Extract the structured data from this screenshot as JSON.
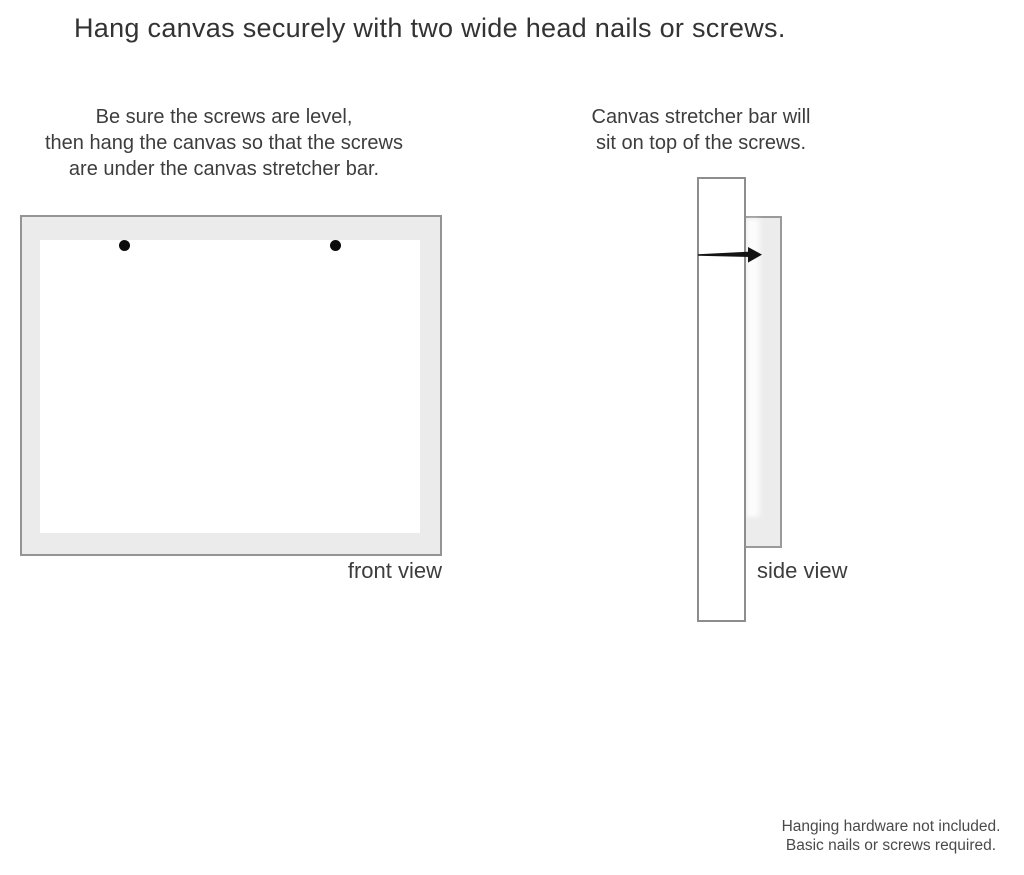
{
  "title": "Hang canvas securely with two wide head nails or screws.",
  "instructions_left": {
    "lines": [
      "Be sure the screws are level,",
      "then hang the canvas so that the screws",
      "are under the canvas stretcher bar."
    ]
  },
  "instructions_right": {
    "lines": [
      "Canvas stretcher bar will",
      "sit on top of the screws."
    ]
  },
  "front_view": {
    "label": "front view",
    "screw_count": 2
  },
  "side_view": {
    "label": "side view"
  },
  "footer": {
    "lines": [
      "Hanging hardware not included.",
      "Basic nails or screws required."
    ]
  },
  "theme": {
    "background": "#ffffff",
    "title_color": "#333333",
    "text_color": "#3d3d3d",
    "frame_fill": "#ebebeb",
    "canvas_fill": "#ffffff",
    "border_color": "#949494",
    "side_canvas_fill": "#ececec",
    "nail_color": "#141414",
    "screw_color": "#0b0b0b",
    "footer_color": "#4a4a4a"
  }
}
